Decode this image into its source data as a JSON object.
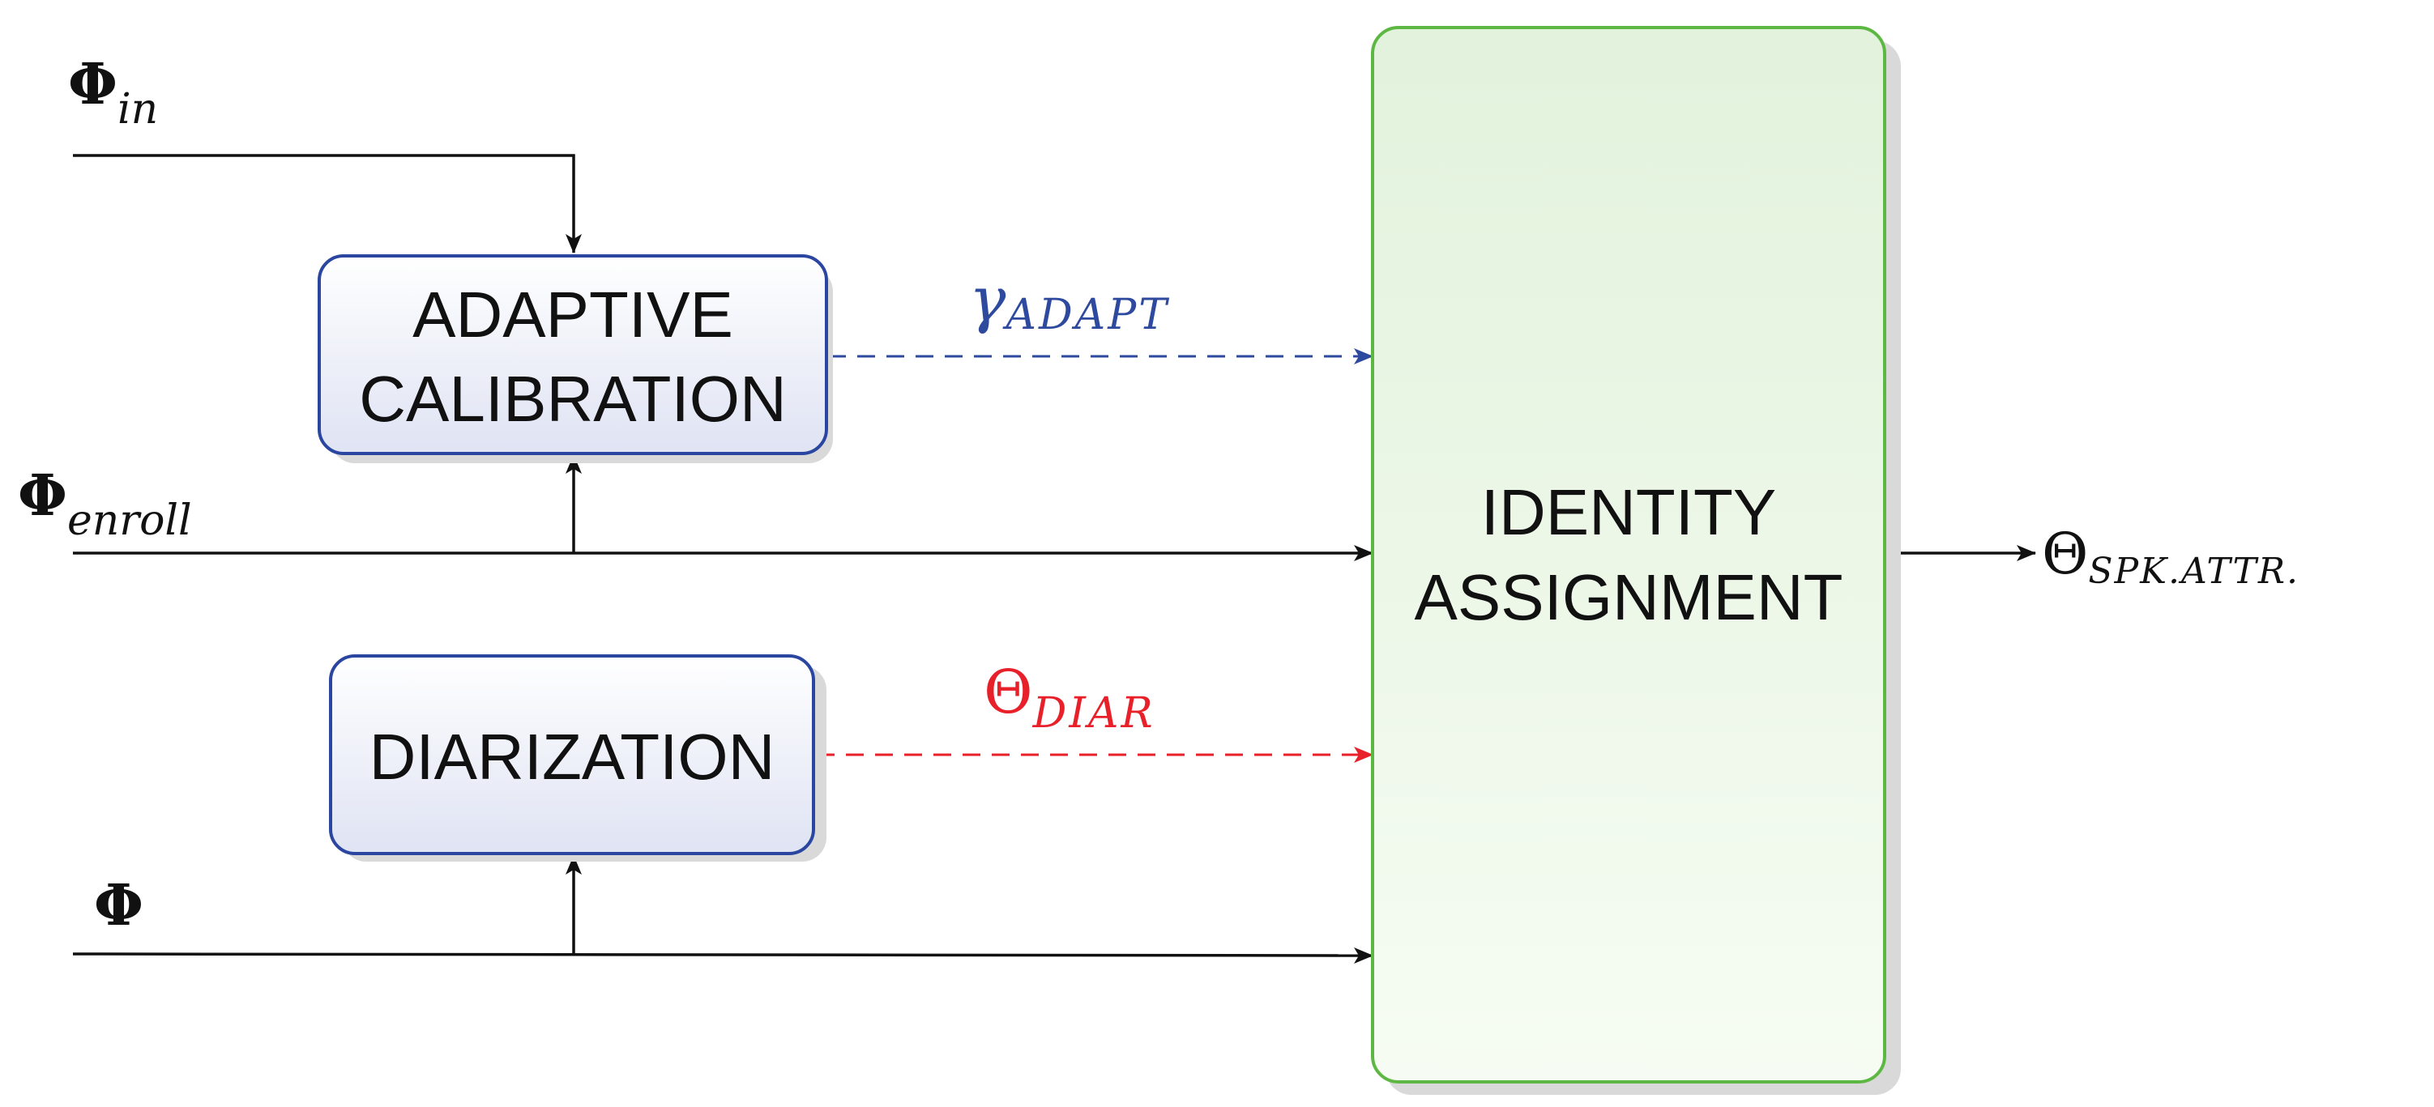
{
  "inputs": {
    "phi_in": {
      "symbol": "Φ",
      "subscript": "in"
    },
    "phi_enroll": {
      "symbol": "Φ",
      "subscript": "enroll"
    },
    "phi": {
      "symbol": "Φ"
    }
  },
  "blocks": {
    "adaptive_calibration": {
      "line1": "ADAPTIVE",
      "line2": "CALIBRATION"
    },
    "diarization": {
      "line1": "DIARIZATION"
    },
    "identity_assignment": {
      "line1": "IDENTITY",
      "line2": "ASSIGNMENT"
    }
  },
  "signals": {
    "gamma_adapt": {
      "symbol": "γ",
      "subscript": "ADAPT"
    },
    "theta_diar": {
      "symbol": "Θ",
      "subscript": "DIAR"
    },
    "theta_output": {
      "symbol": "Θ",
      "subscript": "SPK.ATTR."
    }
  },
  "colors": {
    "line": "#111111",
    "adapt_signal": "#2e4a9e",
    "diar_signal": "#e8202a",
    "process_block_border": "#2a46a0",
    "identity_block_border": "#5db843",
    "shadow": "#d9d9d9"
  }
}
